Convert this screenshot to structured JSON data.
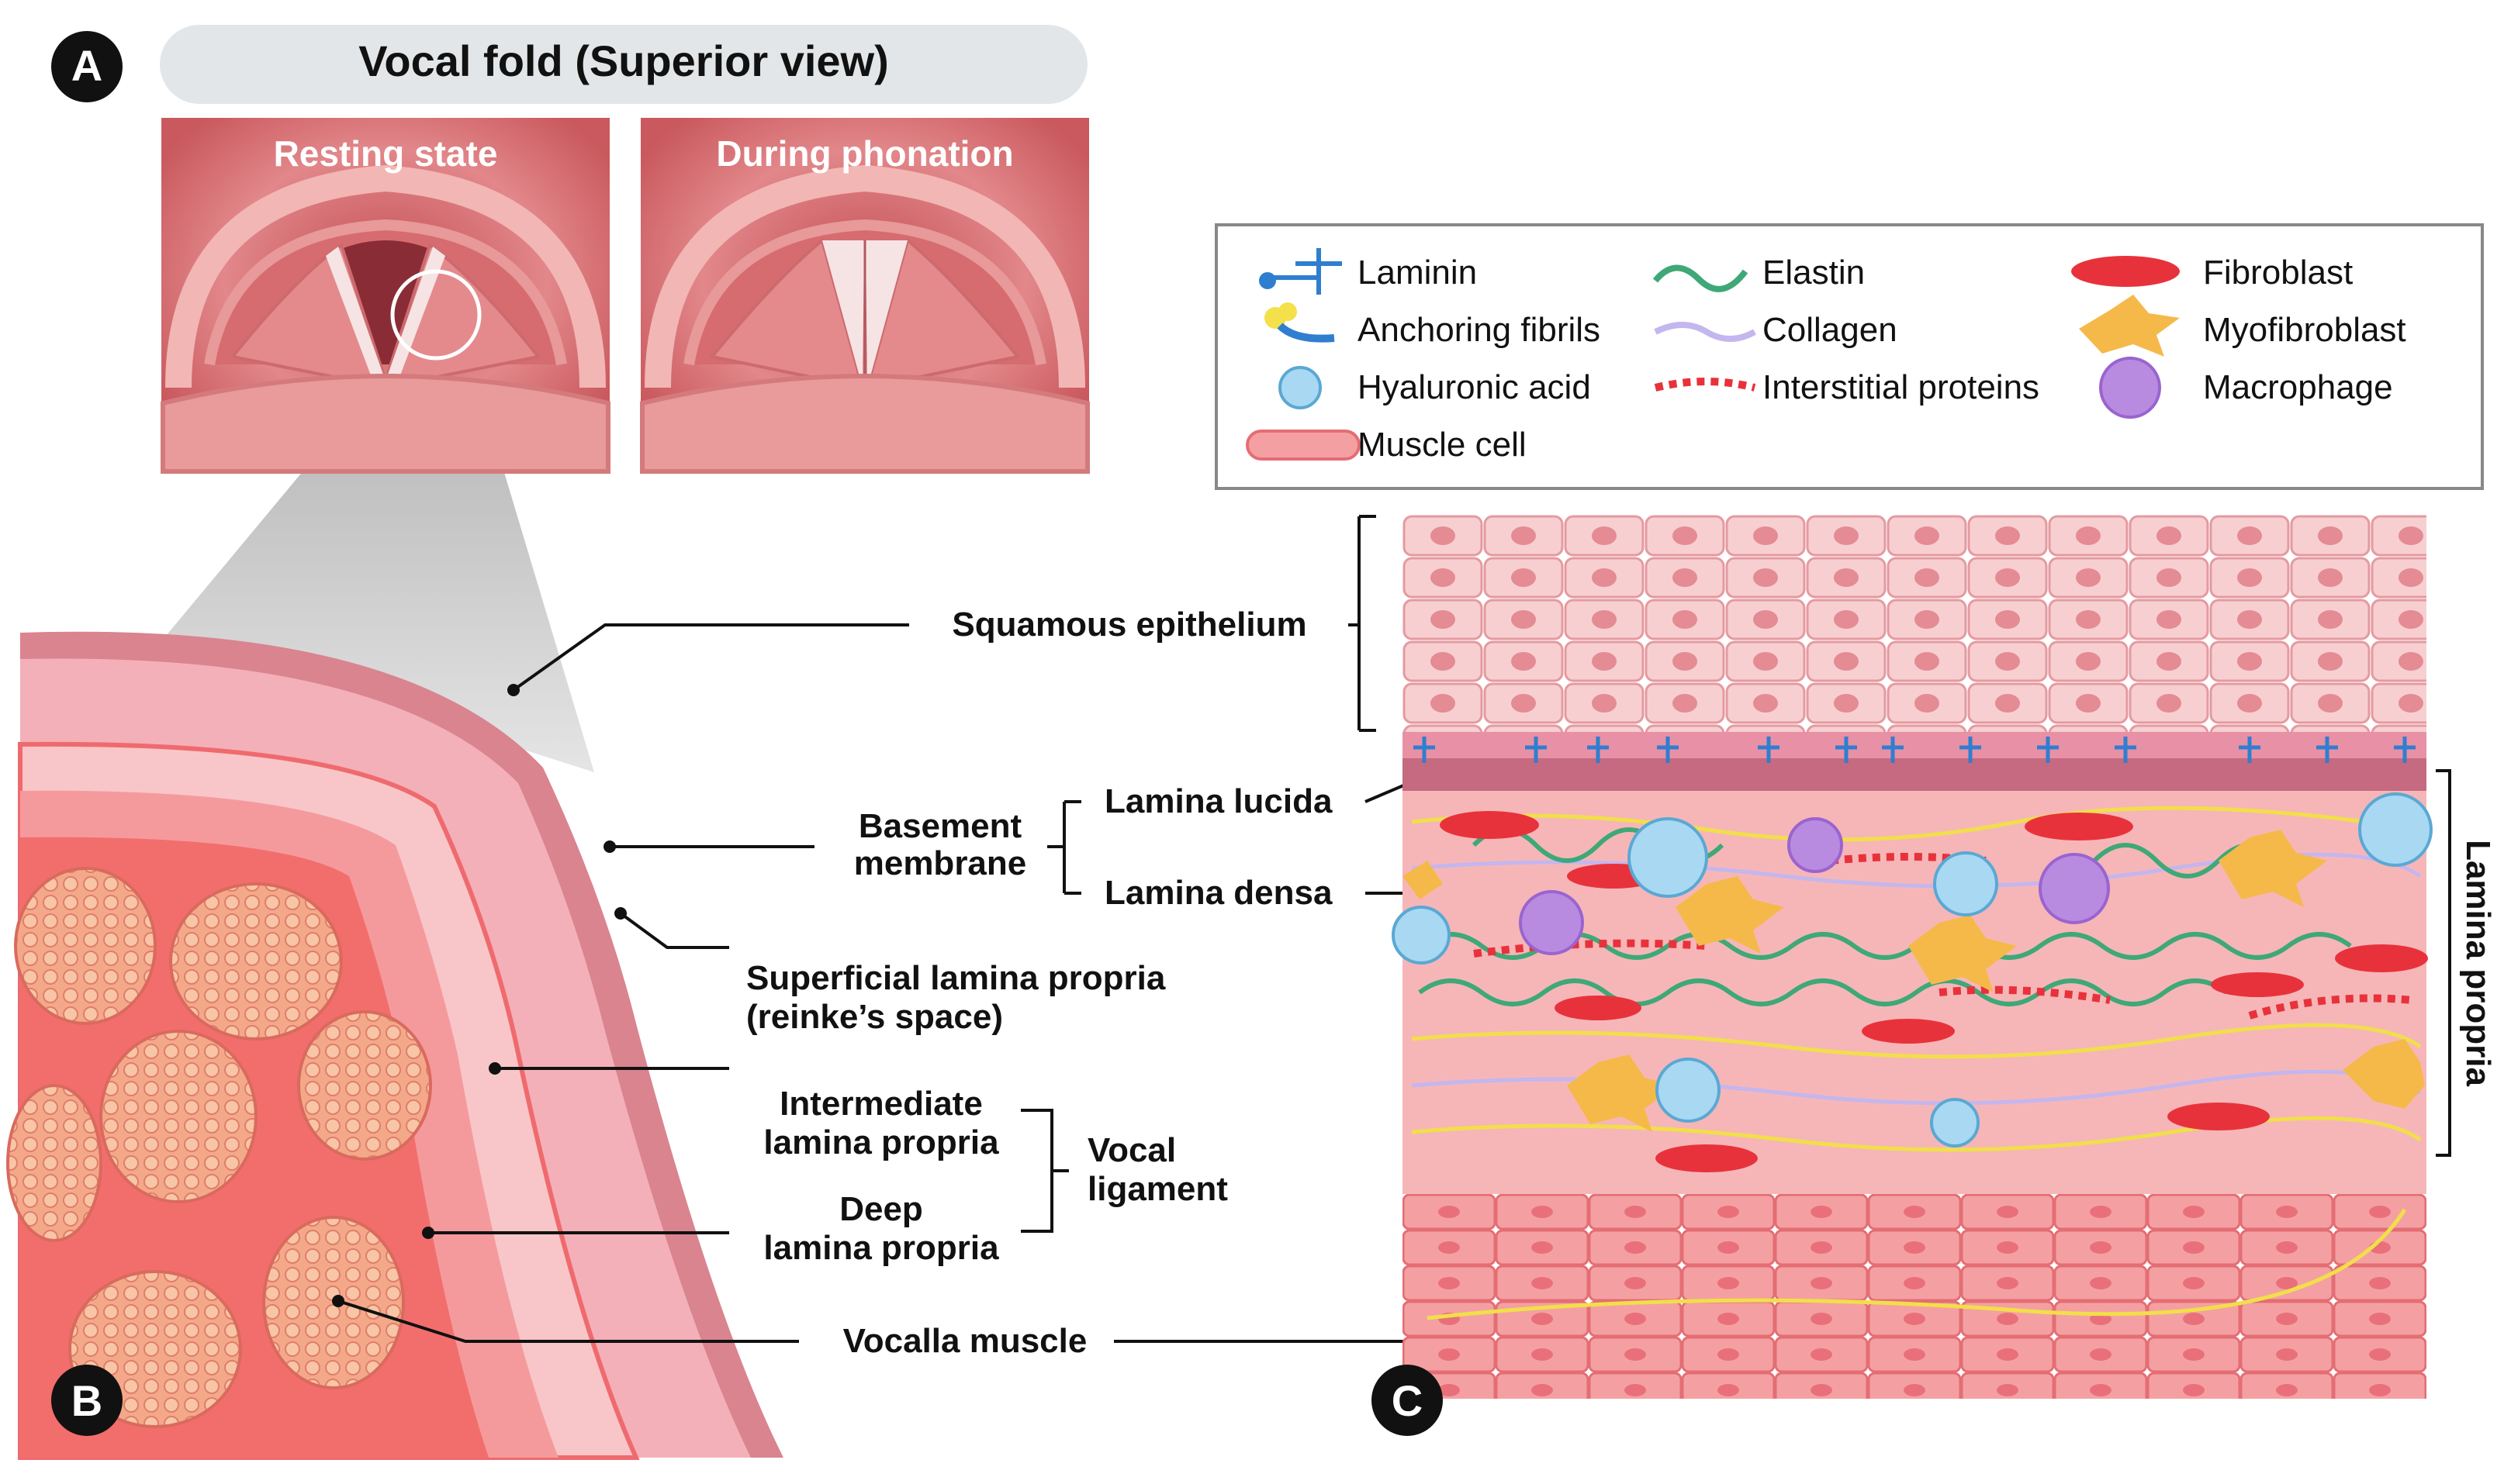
{
  "panel_a": {
    "badge": "A",
    "title": "Vocal fold (Superior view)",
    "left_image_label": "Resting state",
    "right_image_label": "During phonation"
  },
  "panel_b": {
    "badge": "B",
    "labels": {
      "squamous_epithelium": "Squamous epithelium",
      "basement_membrane_1": "Basement",
      "basement_membrane_2": "membrane",
      "lamina_lucida": "Lamina lucida",
      "lamina_densa": "Lamina densa",
      "superficial_1": "Superficial lamina propria",
      "superficial_2": "(reinke’s space)",
      "intermediate_1": "Intermediate",
      "intermediate_2": "lamina propria",
      "deep_1": "Deep",
      "deep_2": "lamina propria",
      "vocal_ligament_1": "Vocal",
      "vocal_ligament_2": "ligament",
      "vocalis_muscle": "Vocalla muscle"
    }
  },
  "panel_c": {
    "badge": "C",
    "lamina_propria_label": "Lamina propria"
  },
  "legend": {
    "items": [
      {
        "icon": "laminin-icon",
        "label": "Laminin"
      },
      {
        "icon": "elastin-icon",
        "label": "Elastin"
      },
      {
        "icon": "fibroblast-icon",
        "label": "Fibroblast"
      },
      {
        "icon": "anchoring-fibrils-icon",
        "label": "Anchoring fibrils"
      },
      {
        "icon": "collagen-icon",
        "label": "Collagen"
      },
      {
        "icon": "myofibroblast-icon",
        "label": "Myofibroblast"
      },
      {
        "icon": "hyaluronic-acid-icon",
        "label": "Hyaluronic acid"
      },
      {
        "icon": "interstitial-proteins-icon",
        "label": "Interstitial proteins"
      },
      {
        "icon": "macrophage-icon",
        "label": "Macrophage"
      },
      {
        "icon": "muscle-cell-icon",
        "label": "Muscle cell"
      }
    ]
  },
  "colors": {
    "epithelium": "#f7c7c9",
    "basement": "#d9848f",
    "lamina": "#f4b0b4",
    "muscle": "#f28a8c",
    "fibroblast": "#e8323b",
    "myofibroblast": "#f5b94a",
    "macrophage": "#b88be0",
    "hyaluronic": "#a9d8f2",
    "elastin": "#3fa877",
    "laminin": "#2f7ecf"
  }
}
